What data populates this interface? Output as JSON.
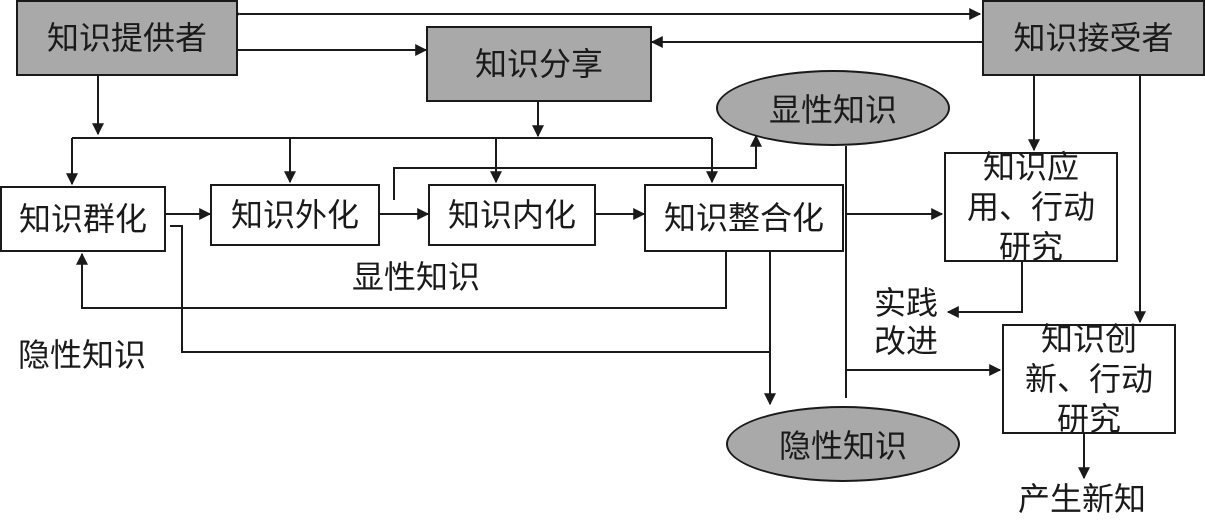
{
  "nodes": {
    "provider": "知识提供者",
    "sharing": "知识分享",
    "receiver": "知识接受者",
    "explicit_top": "显性知识",
    "socialization": "知识群化",
    "externalization": "知识外化",
    "internalization": "知识内化",
    "combination": "知识整合化",
    "application": "知识应用、行动研究",
    "innovation": "知识创新、行动研究",
    "tacit_bottom": "隐性知识"
  },
  "labels": {
    "explicit_mid": "显性知识",
    "tacit_left": "隐性知识",
    "practice": "实践改进",
    "new_knowledge": "产生新知"
  },
  "colors": {
    "node_fill": "#a9a9a9",
    "line": "#1a1a1a"
  }
}
